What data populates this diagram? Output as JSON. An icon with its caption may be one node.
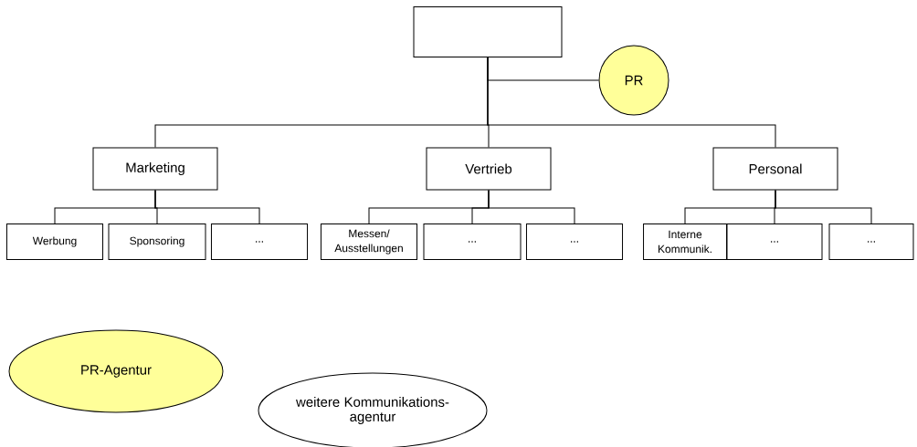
{
  "diagram": {
    "nodes": [
      {
        "text": [],
        "shape": "box"
      },
      {
        "text": [
          "PR"
        ]
      },
      {
        "text": [
          "Marketing"
        ]
      },
      {
        "text": [
          "Vertrieb"
        ]
      },
      {
        "text": [
          "Personal"
        ]
      },
      {
        "text": [
          "Werbung"
        ]
      },
      {
        "text": [
          "Sponsoring"
        ]
      },
      {
        "text": [
          "..."
        ]
      },
      {
        "text": [
          "Messen/ Ausstellungen"
        ]
      },
      {
        "text": [
          "..."
        ]
      },
      {
        "text": [
          "..."
        ]
      },
      {
        "text": [
          "Interne Kommunik."
        ]
      },
      {
        "text": [
          "..."
        ]
      },
      {
        "text": [
          "..."
        ]
      },
      {
        "text": [
          "PR-Agentur"
        ]
      },
      {
        "text": [
          "weitere Kommunikations- agentur"
        ]
      }
    ],
    "edges": [
      {
        "from": 0,
        "to": 1,
        "arrow": "none"
      },
      {
        "from": 0,
        "to": 2,
        "arrow": "none"
      },
      {
        "from": 0,
        "to": 3,
        "arrow": "none"
      },
      {
        "from": 0,
        "to": 4,
        "arrow": "none"
      },
      {
        "from": 2,
        "to": 5,
        "arrow": "none"
      },
      {
        "from": 2,
        "to": 6,
        "arrow": "none"
      },
      {
        "from": 2,
        "to": 7,
        "arrow": "none"
      },
      {
        "from": 3,
        "to": 8,
        "arrow": "none"
      },
      {
        "from": 3,
        "to": 9,
        "arrow": "none"
      },
      {
        "from": 3,
        "to": 10,
        "arrow": "none"
      },
      {
        "from": 4,
        "to": 11,
        "arrow": "none"
      },
      {
        "from": 4,
        "to": 12,
        "arrow": "none"
      },
      {
        "from": 4,
        "to": 13,
        "arrow": "none"
      }
    ]
  }
}
